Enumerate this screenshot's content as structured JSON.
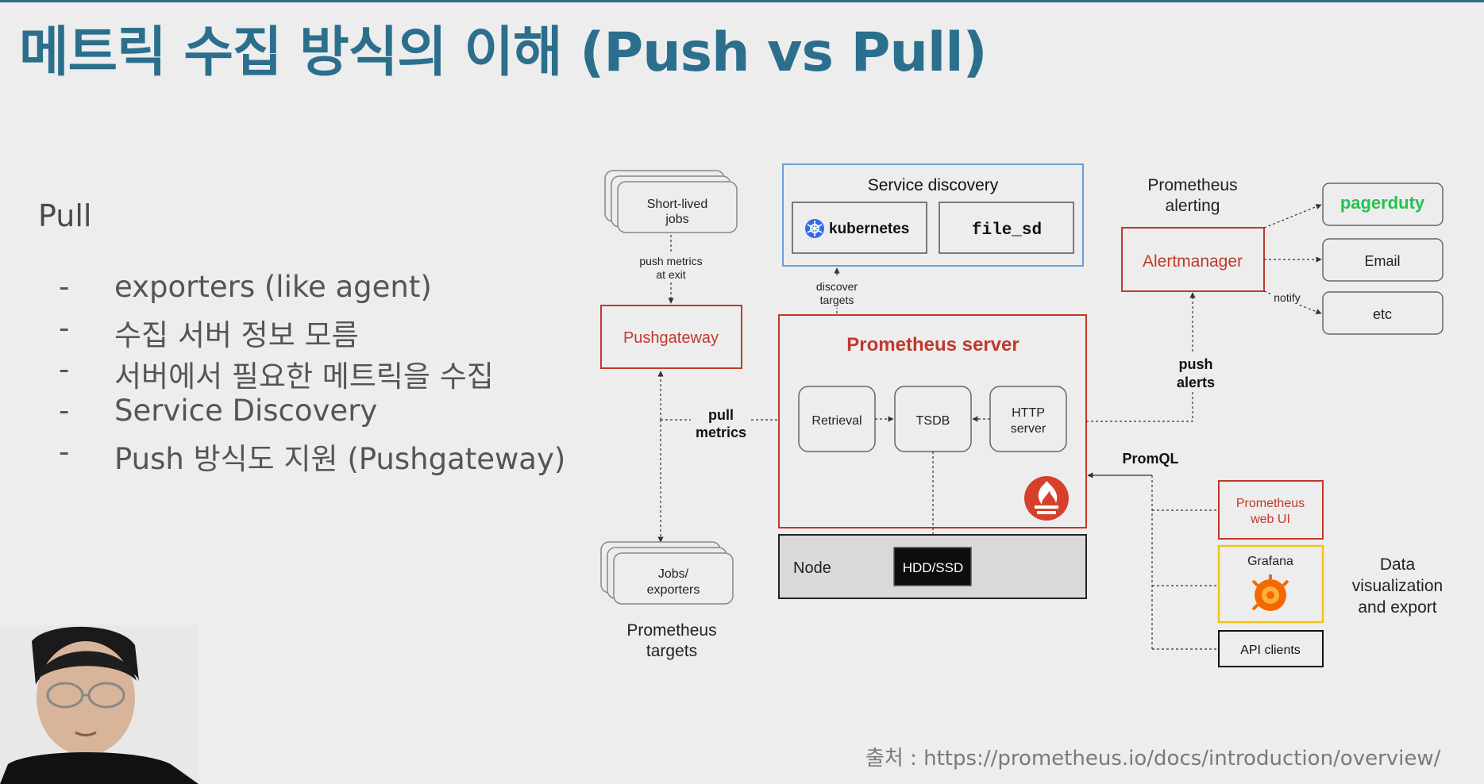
{
  "slide": {
    "title": "메트릭 수집 방식의 이해 (Push vs Pull)",
    "section_heading": "Pull",
    "bullets": [
      {
        "dash": "-",
        "text": "exporters (like agent)"
      },
      {
        "dash": "-",
        "text": "수집 서버 정보 모름"
      },
      {
        "dash": "-",
        "text": "서버에서 필요한 메트릭을 수집"
      },
      {
        "dash": "-",
        "text": "Service Discovery"
      },
      {
        "dash": "-",
        "text": "Push 방식도 지원 (Pushgateway)"
      }
    ],
    "source": "출처 : https://prometheus.io/docs/introduction/overview/"
  },
  "diagram": {
    "short_lived_jobs": [
      "Short-lived",
      "jobs"
    ],
    "push_metrics_at_exit": [
      "push metrics",
      "at exit"
    ],
    "pushgateway": "Pushgateway",
    "pull_metrics": [
      "pull",
      "metrics"
    ],
    "jobs_exporters": [
      "Jobs/",
      "exporters"
    ],
    "prometheus_targets": [
      "Prometheus",
      "targets"
    ],
    "service_discovery": "Service discovery",
    "kubernetes": "kubernetes",
    "file_sd": "file_sd",
    "discover_targets": [
      "discover",
      "targets"
    ],
    "prometheus_server": "Prometheus server",
    "retrieval": "Retrieval",
    "tsdb": "TSDB",
    "http_server": [
      "HTTP",
      "server"
    ],
    "node": "Node",
    "hdd_ssd": "HDD/SSD",
    "prometheus_alerting": [
      "Prometheus",
      "alerting"
    ],
    "alertmanager": "Alertmanager",
    "push_alerts": [
      "push",
      "alerts"
    ],
    "notify": "notify",
    "pagerduty": "pagerduty",
    "email": "Email",
    "etc": "etc",
    "promql": "PromQL",
    "prometheus_web_ui": [
      "Prometheus",
      "web UI"
    ],
    "grafana": "Grafana",
    "api_clients": "API clients",
    "data_visualization": [
      "Data",
      "visualization",
      "and export"
    ]
  },
  "colors": {
    "title_blue": "#2b6f8d",
    "prometheus_red": "#c0392b",
    "service_discovery_blue": "#6b9fd6",
    "grafana_yellow": "#f0c419",
    "pagerduty_green": "#25c151",
    "kubernetes_blue": "#326ce5"
  },
  "icons": [
    "kubernetes-icon",
    "prometheus-flame-icon",
    "grafana-icon"
  ]
}
